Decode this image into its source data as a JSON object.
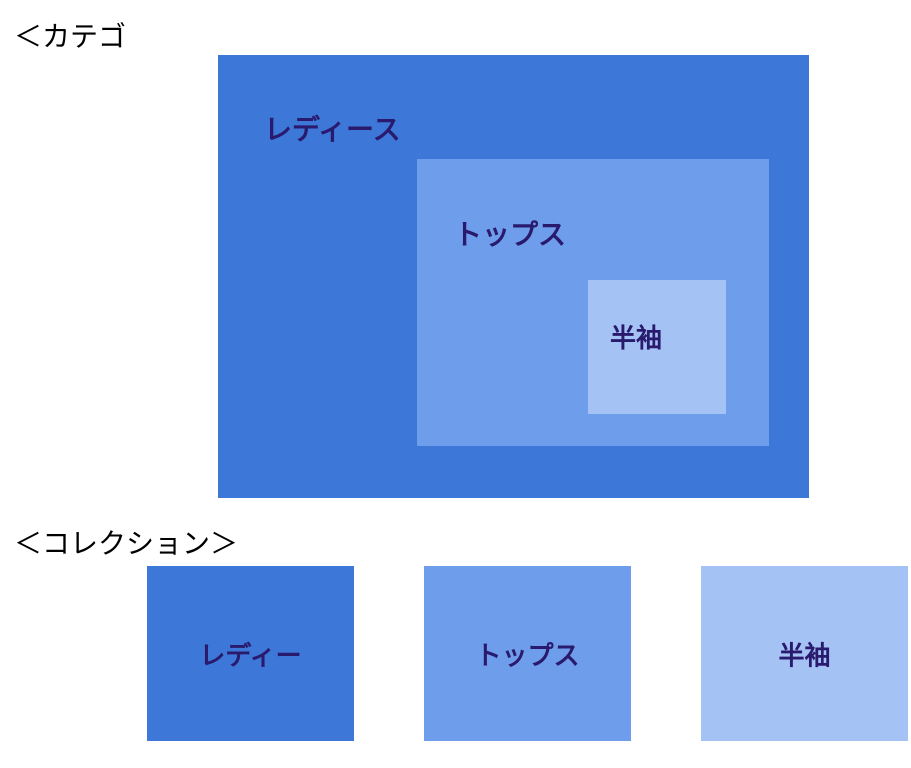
{
  "category_section": {
    "heading": "＜カテゴ",
    "levels": [
      {
        "label": "レディース",
        "color": "#3d78d8"
      },
      {
        "label": "トップス",
        "color": "#6e9eeb"
      },
      {
        "label": "半袖",
        "color": "#a4c2f4"
      }
    ]
  },
  "collection_section": {
    "heading": "＜コレクション＞",
    "cards": [
      {
        "label": "レディー",
        "color": "#3d78d8"
      },
      {
        "label": "トップス",
        "color": "#6e9eeb"
      },
      {
        "label": "半袖",
        "color": "#a4c2f4"
      }
    ]
  },
  "colors": {
    "label_text": "#2a1a6e"
  }
}
